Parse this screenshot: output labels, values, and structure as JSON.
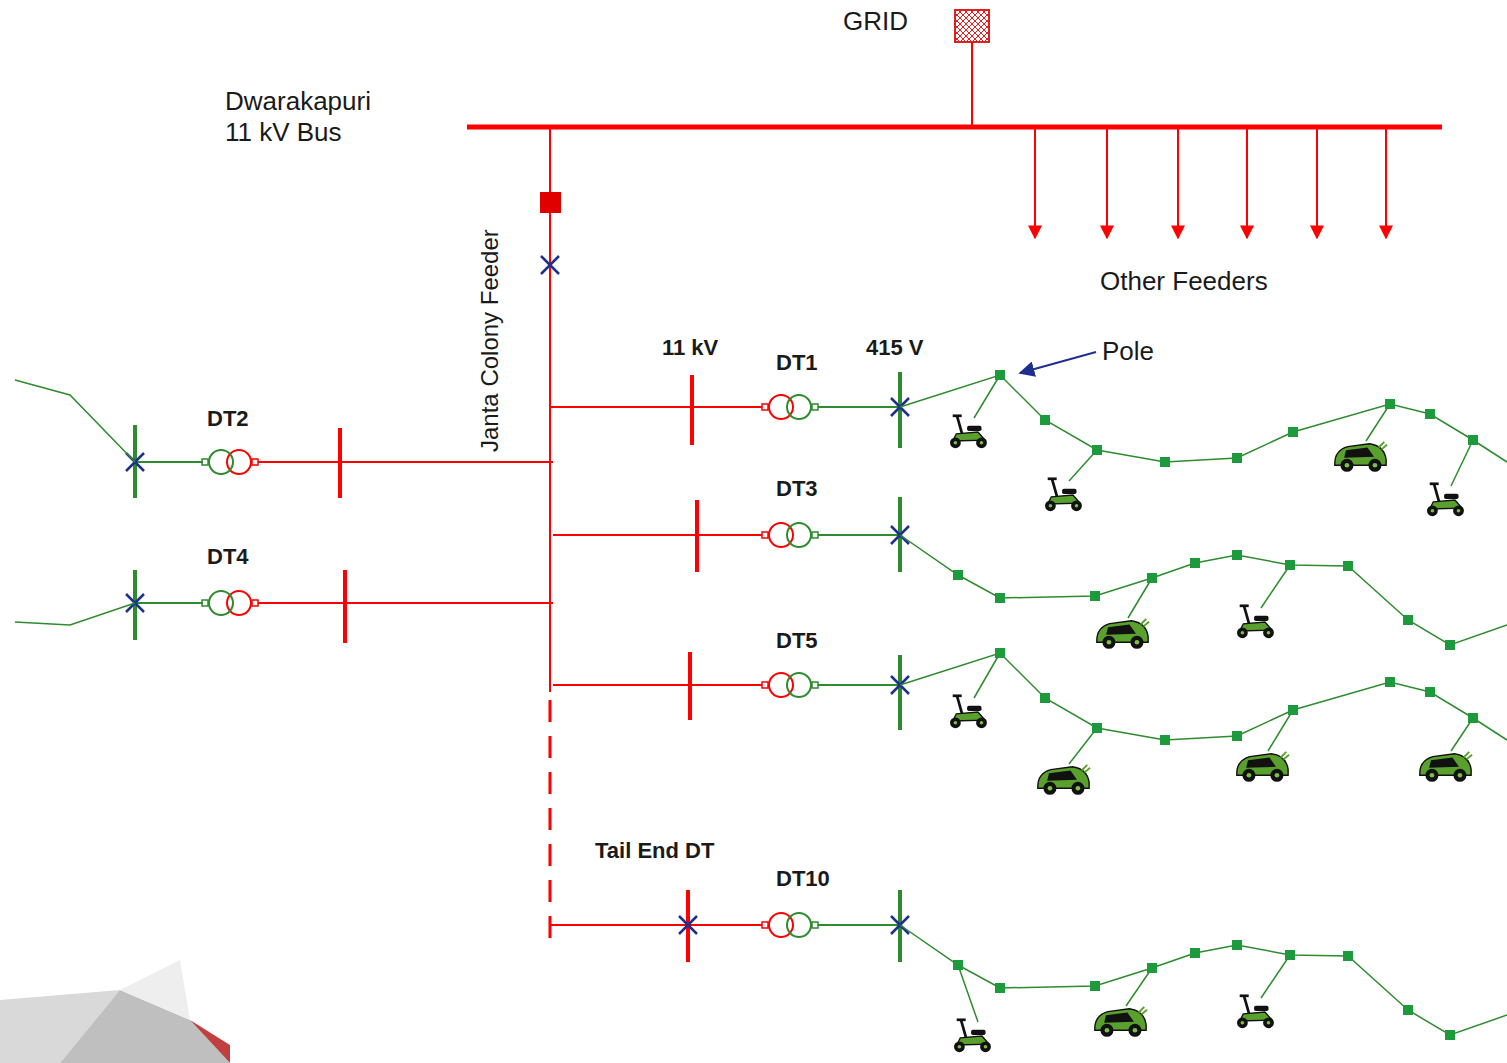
{
  "diagram": {
    "labels": [
      "GRID",
      "Dwarakapuri 11 kV Bus",
      "Janta Colony Feeder",
      "Other Feeders",
      "11 kV",
      "DT1",
      "415 V",
      "Pole",
      "DT2",
      "DT3",
      "DT4",
      "DT5",
      "Tail End DT",
      "DT10"
    ]
  }
}
